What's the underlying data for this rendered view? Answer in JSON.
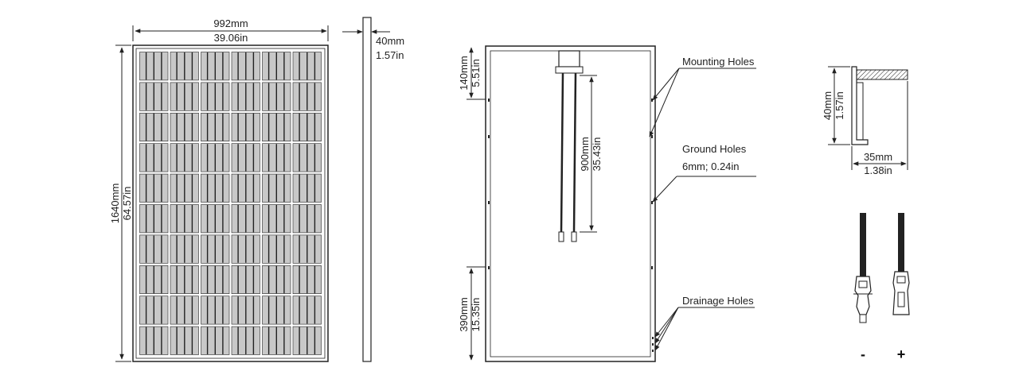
{
  "front": {
    "width_mm": "992mm",
    "width_in": "39.06in",
    "height_mm": "1640mm",
    "height_in": "64.57in",
    "cell_columns": 6,
    "cell_rows": 10
  },
  "side": {
    "thickness_mm": "40mm",
    "thickness_in": "1.57in"
  },
  "back": {
    "top_mm": "140mm",
    "top_in": "5.51in",
    "cable_mm": "900mm",
    "cable_in": "35.43in",
    "bottom_mm": "390mm",
    "bottom_in": "15.35in",
    "callouts": {
      "mounting": "Mounting Holes",
      "ground": "Ground Holes",
      "ground_size": "6mm; 0.24in",
      "drainage": "Drainage Holes"
    }
  },
  "profile": {
    "height_mm": "40mm",
    "height_in": "1.57in",
    "width_mm": "35mm",
    "width_in": "1.38in"
  },
  "connectors": {
    "negative": "-",
    "positive": "+"
  },
  "colors": {
    "line": "#222222",
    "cell": "#c8c8c8",
    "frame": "#ffffff"
  }
}
